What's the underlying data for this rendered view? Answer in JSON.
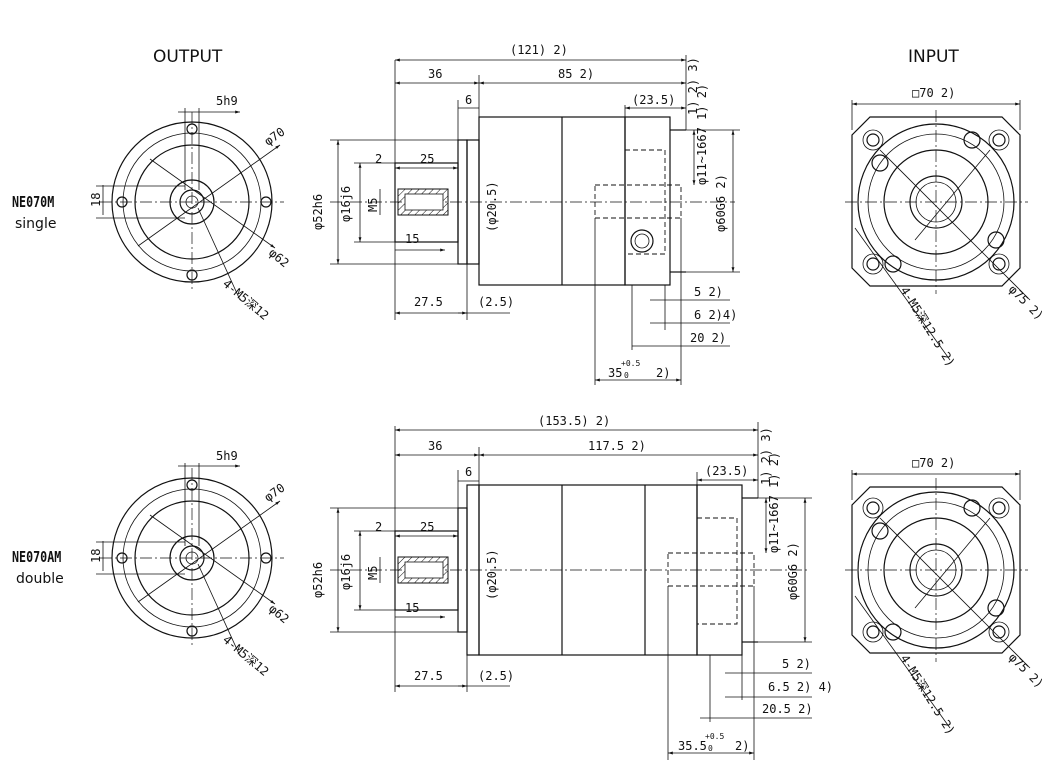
{
  "headers": {
    "output": "OUTPUT",
    "input": "INPUT"
  },
  "models": {
    "top": {
      "name": "NE070M",
      "type": "single"
    },
    "bottom": {
      "name": "NE070AM",
      "type": "double"
    }
  },
  "flange_front": {
    "key": "5h9",
    "pcd": "φ70",
    "spigot": "φ62",
    "key_height": "18",
    "holes": "4-M5深12"
  },
  "input_flange": {
    "square": "□70 2)",
    "pcd": "φ75 2)",
    "holes": "4-M5深12.5 2)"
  },
  "top_side": {
    "total": "(121) 2)",
    "total_refs": "1) 2) 3)",
    "body": "85 2)",
    "front": "36",
    "flange_thk": "6",
    "motor_flange": "(23.5)",
    "shaft_dia": "φ16j6",
    "spigot_dia": "φ52h6",
    "thread": "M5",
    "thread_depth": "15",
    "key_len": "25",
    "key_off": "2",
    "shaft_len": "27.5",
    "gap": "(2.5)",
    "key_dia": "(φ20.5)",
    "input_bore": "φ11~1667  1) 2)",
    "pilot": "φ60G6 2)",
    "d1": "5 2)",
    "d2": "6 2)4)",
    "d3": "20 2)",
    "d4_base": "35",
    "d4_tol": "+0.5",
    "d4_tol2": "0",
    "d4_note": "2)"
  },
  "bottom_side": {
    "total": "(153.5) 2)",
    "total_refs": "1) 2) 3)",
    "body": "117.5 2)",
    "front": "36",
    "flange_thk": "6",
    "motor_flange": "(23.5)",
    "shaft_dia": "φ16j6",
    "spigot_dia": "φ52h6",
    "thread": "M5",
    "thread_depth": "15",
    "key_len": "25",
    "key_off": "2",
    "shaft_len": "27.5",
    "gap": "(2.5)",
    "key_dia": "(φ20.5)",
    "input_bore": "φ11~1667  1) 2)",
    "pilot": "φ60G6 2)",
    "d1": "5 2)",
    "d2": "6.5 2) 4)",
    "d3": "20.5 2)",
    "d4_base": "35.5",
    "d4_tol": "+0.5",
    "d4_tol2": "0",
    "d4_note": "2)"
  }
}
